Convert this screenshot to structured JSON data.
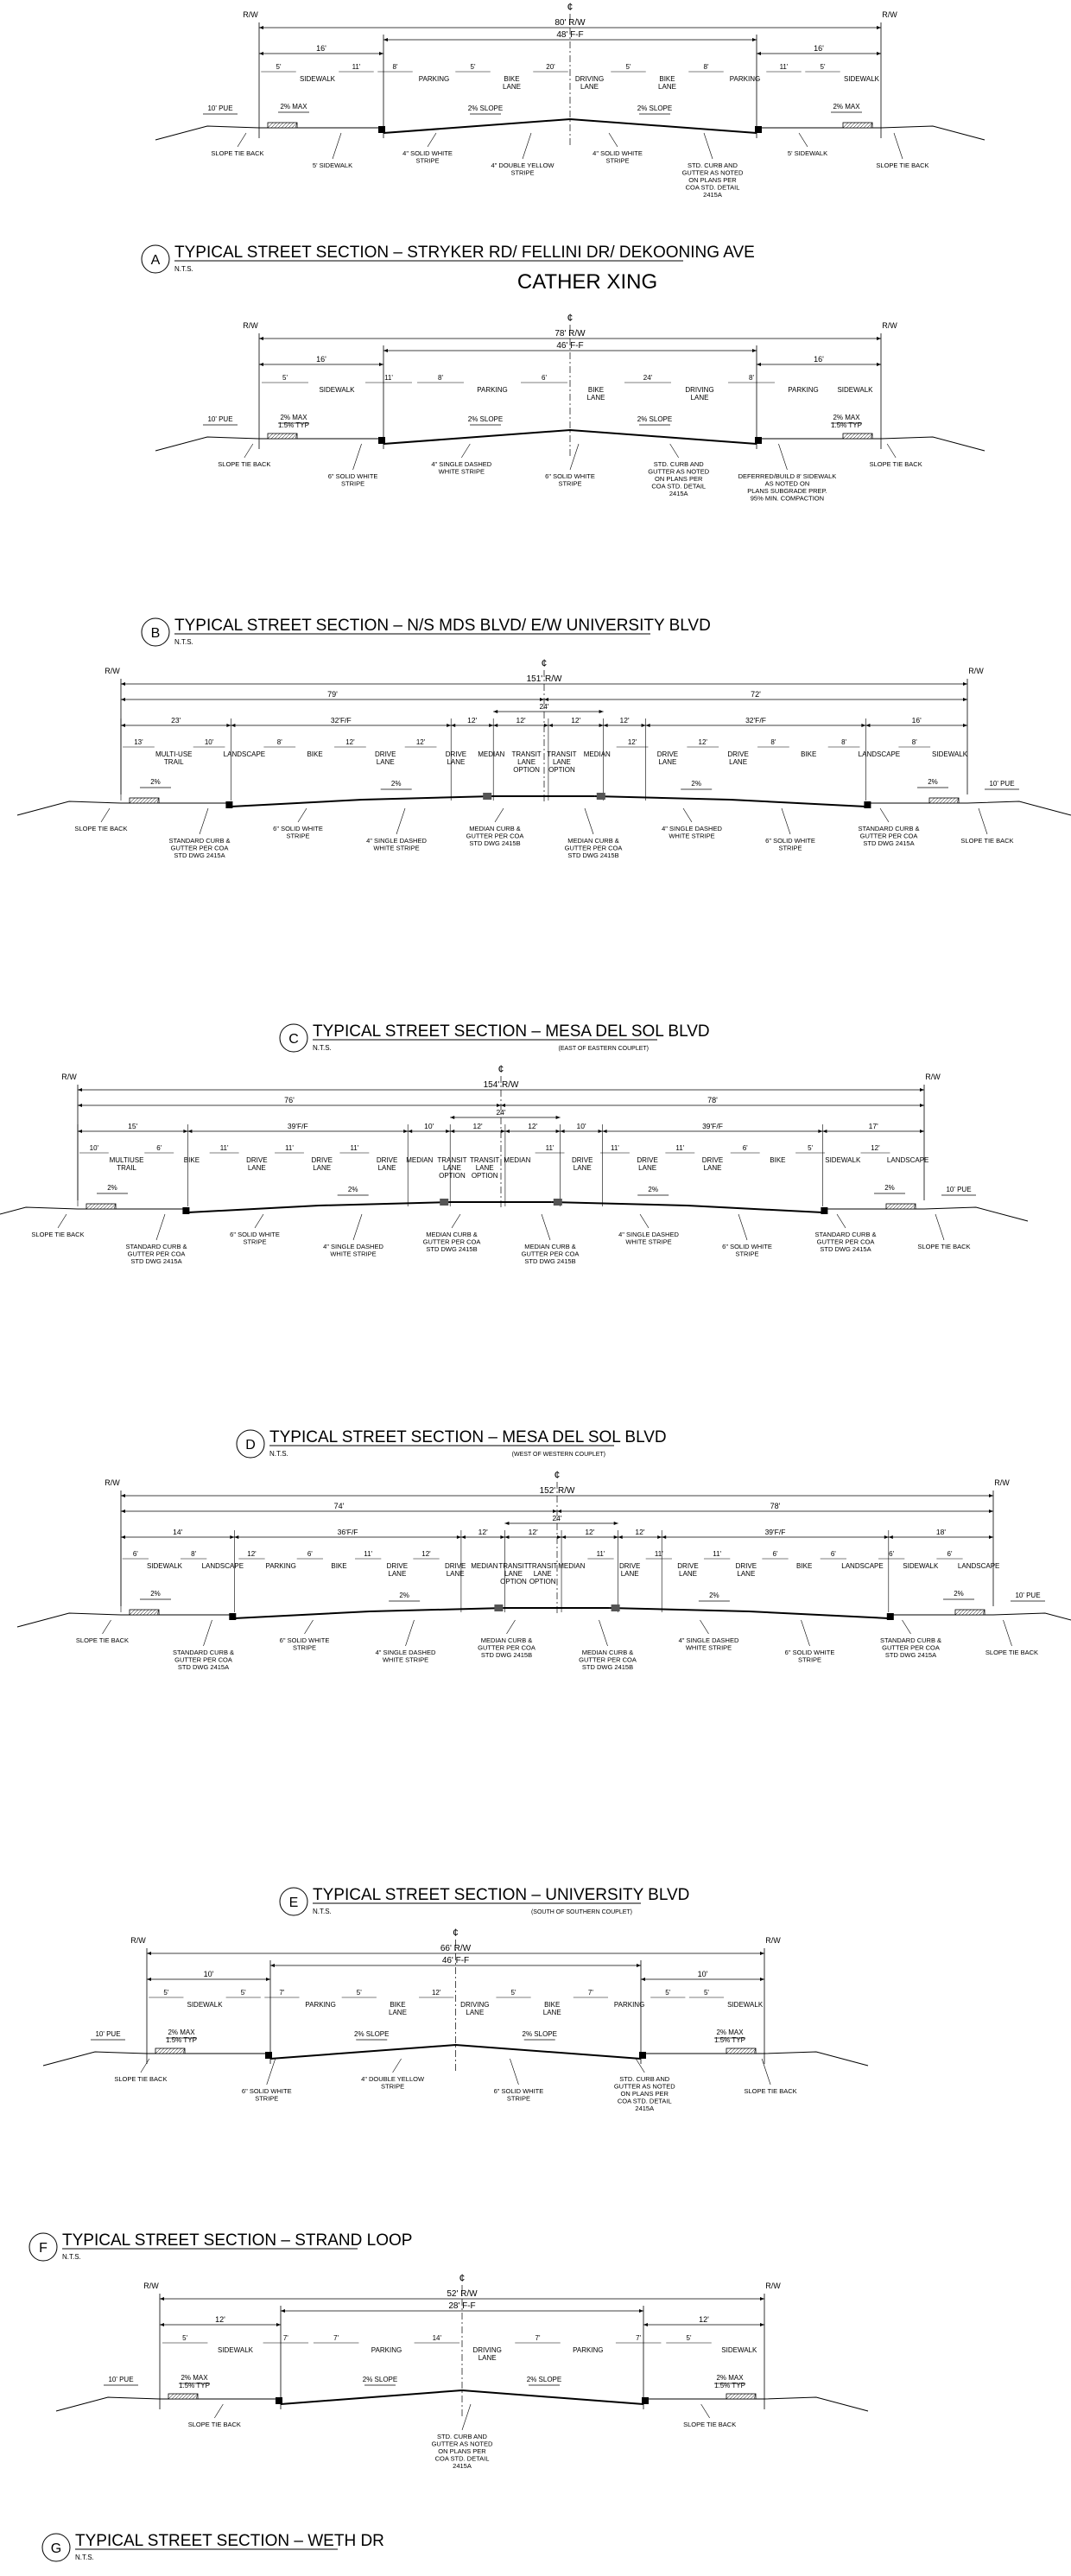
{
  "sections": [
    {
      "letter": "A",
      "title": "TYPICAL STREET SECTION – STRYKER RD/ FELLINI DR/ DEKOONING AVE",
      "nts": "N.T.S.",
      "subtitle": "CATHER XING",
      "rw": "80' R/W",
      "ff": "48' F-F",
      "splits": [
        "16'",
        "16'"
      ],
      "components": [
        "5'",
        "SIDEWALK",
        "11'",
        "8'",
        "PARKING",
        "5'",
        "BIKE LANE",
        "20'",
        "DRIVING LANE",
        "5'",
        "BIKE LANE",
        "8'",
        "PARKING",
        "11'",
        "5'",
        "SIDEWALK"
      ],
      "pue": "10' PUE",
      "slopes": [
        "2% MAX",
        "2% SLOPE",
        "2% SLOPE",
        "2% MAX"
      ],
      "callouts": [
        "SLOPE TIE BACK",
        "5' SIDEWALK",
        "4\" SOLID WHITE STRIPE",
        "4\" DOUBLE YELLOW STRIPE",
        "4\" SOLID WHITE STRIPE",
        "STD. CURB AND GUTTER AS NOTED ON PLANS PER COA STD. DETAIL 2415A",
        "5' SIDEWALK",
        "SLOPE TIE BACK"
      ]
    },
    {
      "letter": "B",
      "title": "TYPICAL STREET SECTION – N/S MDS BLVD/ E/W UNIVERSITY BLVD",
      "nts": "N.T.S.",
      "rw": "78' R/W",
      "ff": "46' F-F",
      "splits": [
        "16'",
        "16'"
      ],
      "components": [
        "5'",
        "SIDEWALK",
        "11'",
        "8'",
        "PARKING",
        "6'",
        "BIKE LANE",
        "24'",
        "DRIVING LANE",
        "8'",
        "PARKING",
        "SIDEWALK"
      ],
      "pue": "10' PUE",
      "slopes": [
        "2% MAX 1.5% TYP",
        "2% SLOPE",
        "2% SLOPE",
        "2% MAX 1.5% TYP"
      ],
      "callouts": [
        "SLOPE TIE BACK",
        "6\" SOLID WHITE STRIPE",
        "4\" SINGLE DASHED WHITE STRIPE",
        "6\" SOLID WHITE STRIPE",
        "STD. CURB AND GUTTER AS NOTED ON PLANS PER COA STD. DETAIL 2415A",
        "DEFERRED/BUILD 8' SIDEWALK AS NOTED ON PLANS SUBGRADE PREP. 95% MIN. COMPACTION",
        "SLOPE TIE BACK"
      ]
    },
    {
      "letter": "C",
      "title": "TYPICAL STREET SECTION – MESA DEL SOL BLVD",
      "nts": "N.T.S.",
      "note": "(EAST OF EASTERN COUPLET)",
      "rw": "151' R/W",
      "halves": [
        "79'",
        "72'"
      ],
      "groups": [
        "23'",
        "32'F/F",
        "12'",
        "12'",
        "12'",
        "12'",
        "32'F/F",
        "16'"
      ],
      "center": "24'",
      "components": [
        "13'",
        "MULTI-USE TRAIL",
        "10'",
        "LANDSCAPE",
        "8'",
        "BIKE",
        "12'",
        "DRIVE LANE",
        "12'",
        "DRIVE LANE",
        "MEDIAN",
        "TRANSIT LANE OPTION",
        "TRANSIT LANE OPTION",
        "MEDIAN",
        "12'",
        "DRIVE LANE",
        "12'",
        "DRIVE LANE",
        "8'",
        "BIKE",
        "8'",
        "LANDSCAPE",
        "8'",
        "SIDEWALK"
      ],
      "pue": "10' PUE",
      "slopes": [
        "2%",
        "2%",
        "2%",
        "2%"
      ],
      "callouts": [
        "SLOPE TIE BACK",
        "STANDARD CURB & GUTTER PER COA STD DWG 2415A",
        "6\" SOLID WHITE STRIPE",
        "4\" SINGLE DASHED WHITE STRIPE",
        "MEDIAN CURB & GUTTER PER COA STD DWG 2415B",
        "MEDIAN CURB & GUTTER PER COA STD DWG 2415B",
        "4\" SINGLE DASHED WHITE STRIPE",
        "6\" SOLID WHITE STRIPE",
        "STANDARD CURB & GUTTER PER COA STD DWG 2415A",
        "SLOPE TIE BACK"
      ]
    },
    {
      "letter": "D",
      "title": "TYPICAL STREET SECTION – MESA DEL SOL BLVD",
      "nts": "N.T.S.",
      "note": "(WEST OF WESTERN COUPLET)",
      "rw": "154' R/W",
      "halves": [
        "76'",
        "78'"
      ],
      "groups": [
        "15'",
        "39'F/F",
        "10'",
        "12'",
        "12'",
        "10'",
        "39'F/F",
        "17'"
      ],
      "center": "24'",
      "components": [
        "10'",
        "MULTIUSE TRAIL",
        "6'",
        "BIKE",
        "11'",
        "DRIVE LANE",
        "11'",
        "DRIVE LANE",
        "11'",
        "DRIVE LANE",
        "MEDIAN",
        "TRANSIT LANE OPTION",
        "TRANSIT LANE OPTION",
        "MEDIAN",
        "11'",
        "DRIVE LANE",
        "11'",
        "DRIVE LANE",
        "11'",
        "DRIVE LANE",
        "6'",
        "BIKE",
        "5'",
        "SIDEWALK",
        "12'",
        "LANDSCAPE"
      ],
      "pue": "10' PUE",
      "slopes": [
        "2%",
        "2%",
        "2%",
        "2%"
      ],
      "callouts": [
        "SLOPE TIE BACK",
        "STANDARD CURB & GUTTER PER COA STD DWG 2415A",
        "6\" SOLID WHITE STRIPE",
        "4\" SINGLE DASHED WHITE STRIPE",
        "MEDIAN CURB & GUTTER PER COA STD DWG 2415B",
        "MEDIAN CURB & GUTTER PER COA STD DWG 2415B",
        "4\" SINGLE DASHED WHITE STRIPE",
        "6\" SOLID WHITE STRIPE",
        "STANDARD CURB & GUTTER PER COA STD DWG 2415A",
        "SLOPE TIE BACK"
      ]
    },
    {
      "letter": "E",
      "title": "TYPICAL STREET SECTION – UNIVERSITY BLVD",
      "nts": "N.T.S.",
      "note": "(SOUTH OF SOUTHERN COUPLET)",
      "rw": "152' R/W",
      "halves": [
        "74'",
        "78'"
      ],
      "groups": [
        "14'",
        "36'F/F",
        "12'",
        "12'",
        "12'",
        "12'",
        "39'F/F",
        "18'"
      ],
      "center": "24'",
      "components": [
        "6'",
        "SIDEWALK",
        "8'",
        "LANDSCAPE",
        "12'",
        "PARKING",
        "6'",
        "BIKE",
        "11'",
        "DRIVE LANE",
        "12'",
        "DRIVE LANE",
        "MEDIAN",
        "TRANSIT LANE OPTION",
        "TRANSIT LANE OPTION",
        "MEDIAN",
        "11'",
        "DRIVE LANE",
        "11'",
        "DRIVE LANE",
        "11'",
        "DRIVE LANE",
        "6'",
        "BIKE",
        "6'",
        "LANDSCAPE",
        "6'",
        "SIDEWALK",
        "6'",
        "LANDSCAPE"
      ],
      "pue": "10' PUE",
      "slopes": [
        "2%",
        "2%",
        "2%",
        "2%"
      ],
      "callouts": [
        "SLOPE TIE BACK",
        "STANDARD CURB & GUTTER PER COA STD DWG 2415A",
        "6\" SOLID WHITE STRIPE",
        "4\" SINGLE DASHED WHITE STRIPE",
        "MEDIAN CURB & GUTTER PER COA STD DWG 2415B",
        "MEDIAN CURB & GUTTER PER COA STD DWG 2415B",
        "4\" SINGLE DASHED WHITE STRIPE",
        "6\" SOLID WHITE STRIPE",
        "STANDARD CURB & GUTTER PER COA STD DWG 2415A",
        "SLOPE TIE BACK"
      ]
    },
    {
      "letter": "F",
      "title": "TYPICAL STREET SECTION – STRAND LOOP",
      "nts": "N.T.S.",
      "rw": "66' R/W",
      "ff": "46' F-F",
      "splits": [
        "10'",
        "10'"
      ],
      "components": [
        "5'",
        "SIDEWALK",
        "5'",
        "7'",
        "PARKING",
        "5'",
        "BIKE LANE",
        "12'",
        "DRIVING LANE",
        "5'",
        "BIKE LANE",
        "7'",
        "PARKING",
        "5'",
        "5'",
        "SIDEWALK"
      ],
      "pue": "10' PUE",
      "slopes": [
        "2% MAX 1.5% TYP",
        "2% SLOPE",
        "2% SLOPE",
        "2% MAX 1.5% TYP"
      ],
      "callouts": [
        "SLOPE TIE BACK",
        "6\" SOLID WHITE STRIPE",
        "4\" DOUBLE YELLOW STRIPE",
        "6\" SOLID WHITE STRIPE",
        "STD. CURB AND GUTTER AS NOTED ON PLANS PER COA STD. DETAIL 2415A",
        "SLOPE TIE BACK"
      ]
    },
    {
      "letter": "G",
      "title": "TYPICAL STREET SECTION – WETH DR",
      "nts": "N.T.S.",
      "rw": "52' R/W",
      "ff": "28' F-F",
      "splits": [
        "12'",
        "12'"
      ],
      "components": [
        "5'",
        "SIDEWALK",
        "7'",
        "7'",
        "PARKING",
        "14'",
        "DRIVING LANE",
        "7'",
        "PARKING",
        "7'",
        "5'",
        "SIDEWALK"
      ],
      "pue": "10' PUE",
      "slopes": [
        "2% MAX 1.5% TYP",
        "2% SLOPE",
        "2% SLOPE",
        "2% MAX 1.5% TYP"
      ],
      "callouts": [
        "SLOPE TIE BACK",
        "STD. CURB AND GUTTER AS NOTED ON PLANS PER COA STD. DETAIL 2415A",
        "SLOPE TIE BACK"
      ]
    }
  ],
  "labels": {
    "rw": "R/W",
    "cl": "¢"
  }
}
